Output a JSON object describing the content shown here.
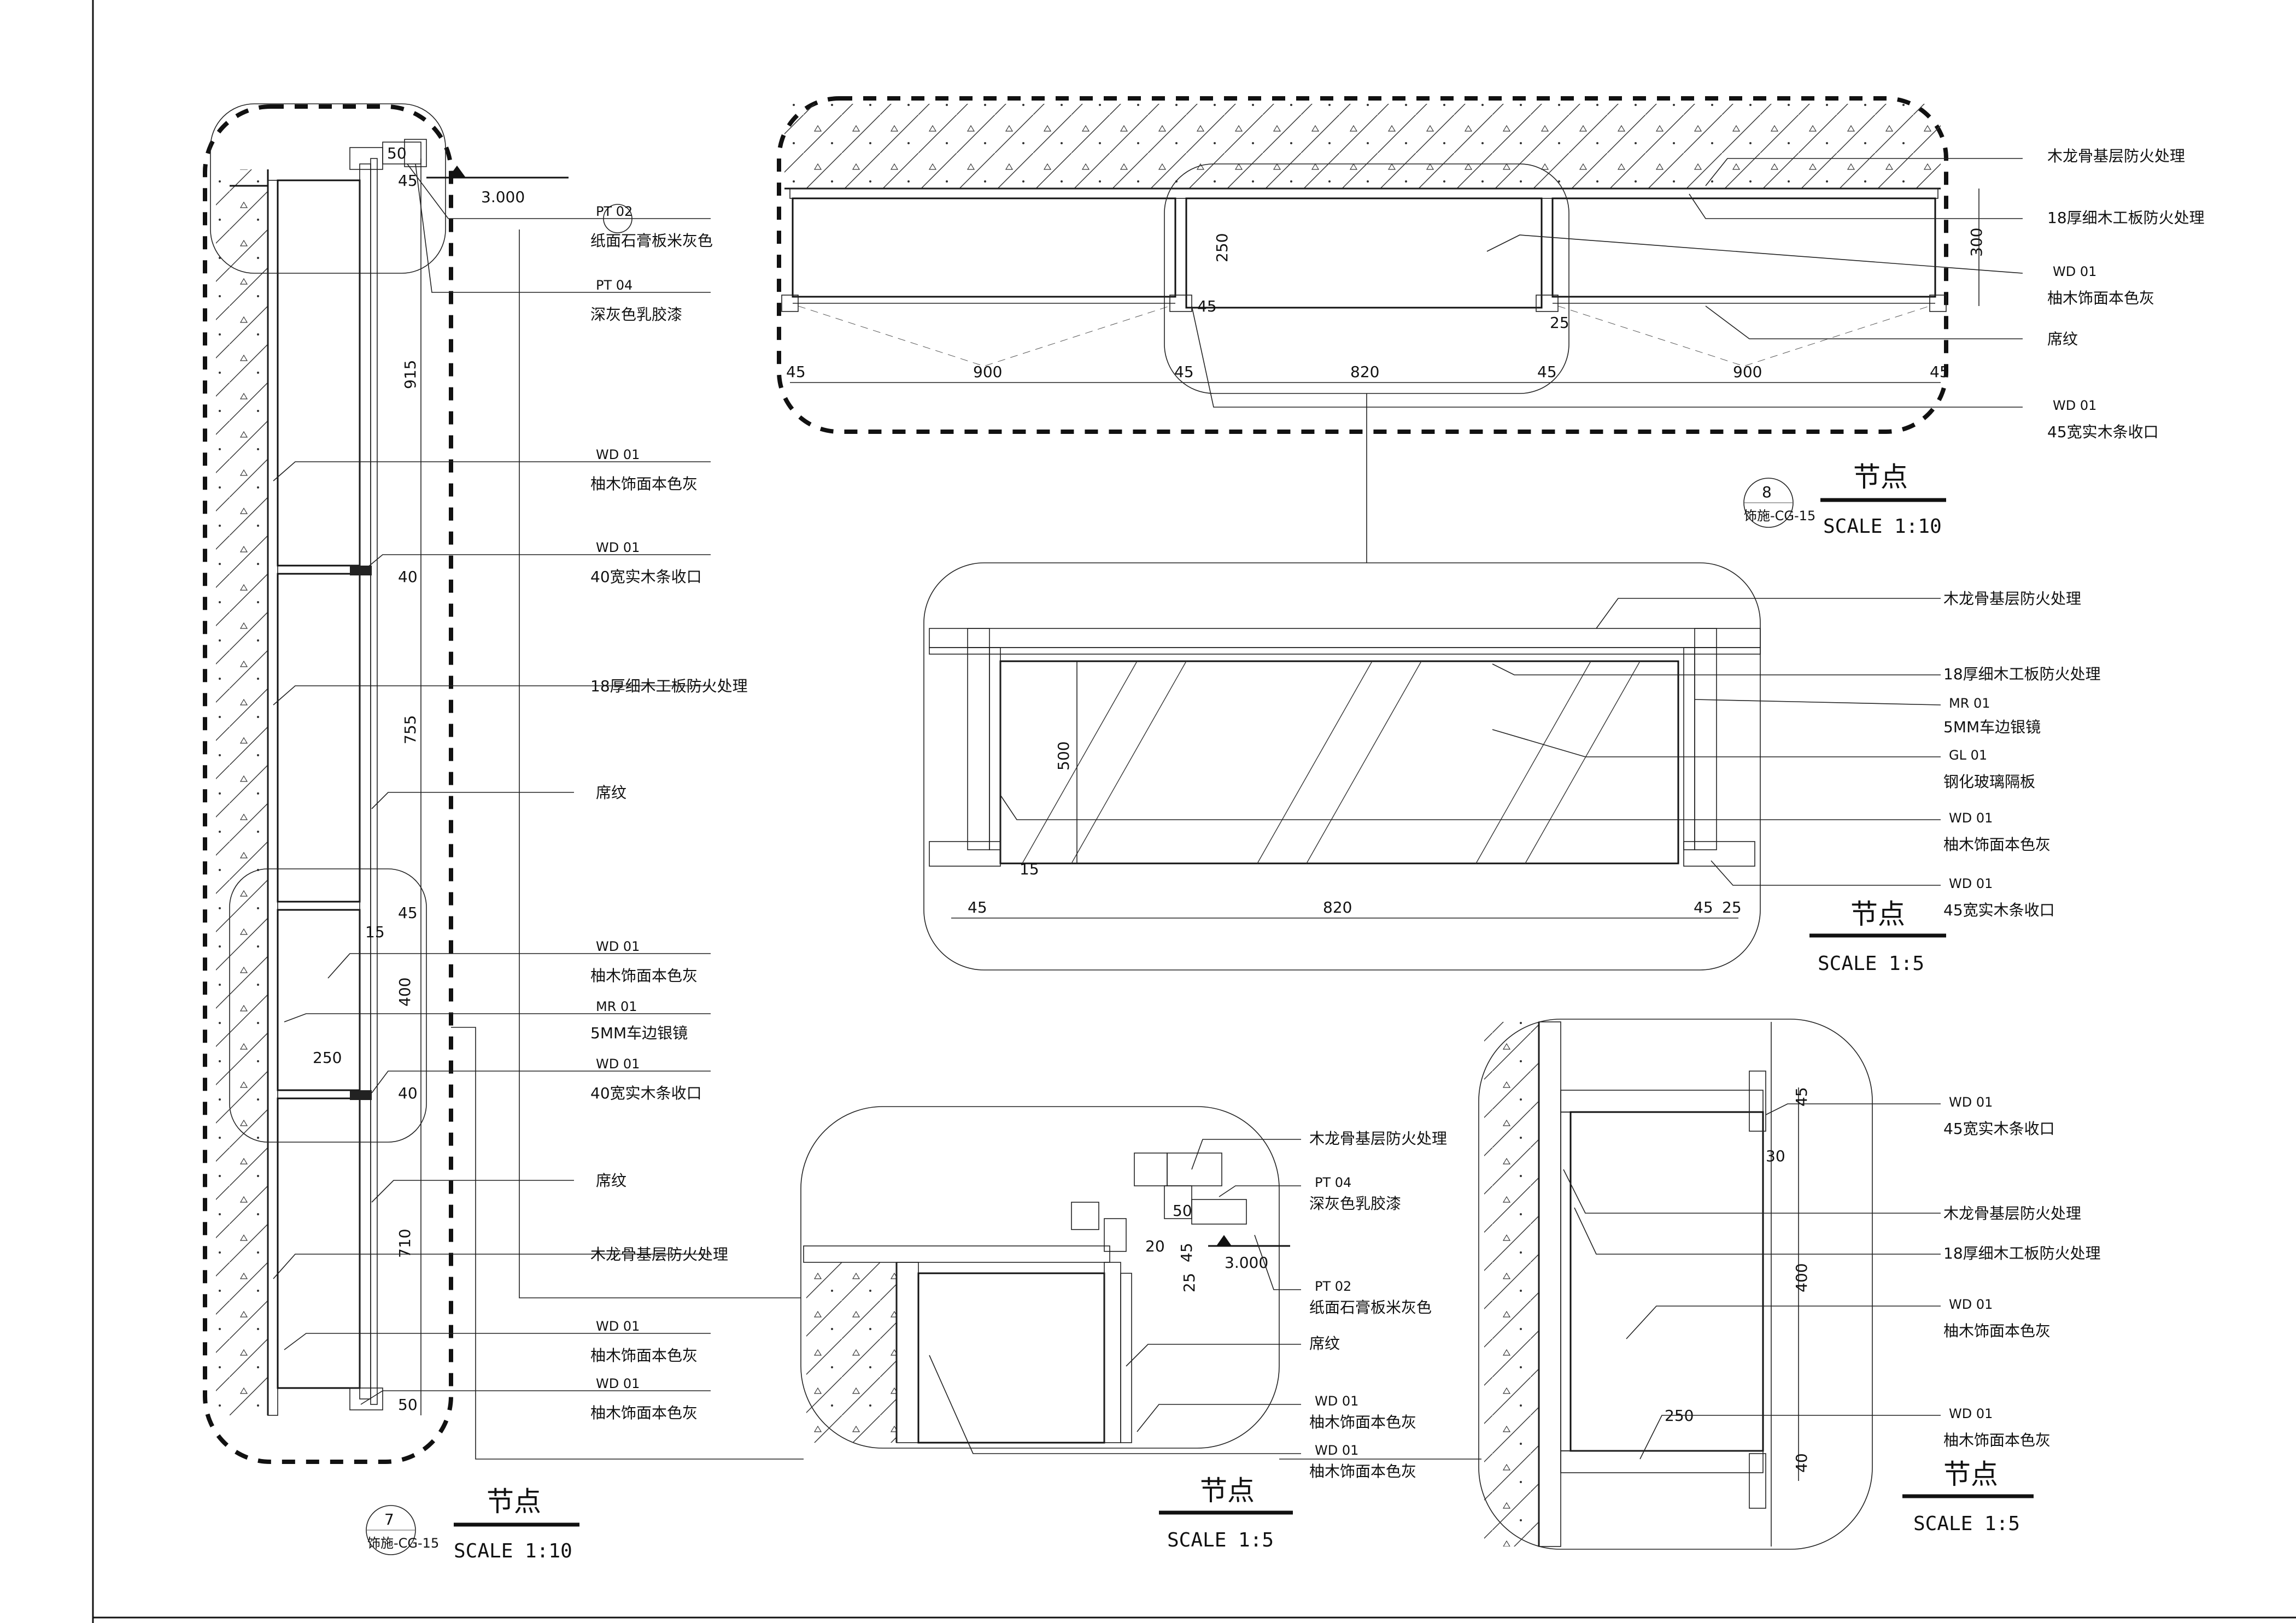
{
  "detail7": {
    "level": "3.000",
    "dims": [
      "50",
      "45",
      "915",
      "40",
      "755",
      "15",
      "45",
      "400",
      "250",
      "40",
      "710",
      "50"
    ],
    "callouts": [
      {
        "code": "PT 02",
        "text": "纸面石膏板米灰色"
      },
      {
        "code": "PT 04",
        "text": "深灰色乳胶漆"
      },
      {
        "code": "WD 01",
        "text": "柚木饰面本色灰"
      },
      {
        "code": "WD 01",
        "text": "40宽实木条收口"
      },
      {
        "code": "",
        "text": "18厚细木工板防火处理"
      },
      {
        "code": "",
        "text": "席纹"
      },
      {
        "code": "WD 01",
        "text": "柚木饰面本色灰"
      },
      {
        "code": "MR 01",
        "text": "5MM车边银镜"
      },
      {
        "code": "WD 01",
        "text": "40宽实木条收口"
      },
      {
        "code": "",
        "text": "席纹"
      },
      {
        "code": "",
        "text": "木龙骨基层防火处理"
      },
      {
        "code": "WD 01",
        "text": "柚木饰面本色灰"
      },
      {
        "code": "WD 01",
        "text": "柚木饰面本色灰"
      }
    ],
    "number": "7",
    "sheet": "饰施-CG-15",
    "title": "节点",
    "scale": "SCALE  1:10"
  },
  "detail8": {
    "dims": [
      "45",
      "900",
      "45",
      "820",
      "45",
      "900",
      "45",
      "300",
      "250",
      "45",
      "25"
    ],
    "callouts": [
      {
        "code": "",
        "text": "木龙骨基层防火处理"
      },
      {
        "code": "",
        "text": "18厚细木工板防火处理"
      },
      {
        "code": "WD 01",
        "text": "柚木饰面本色灰"
      },
      {
        "code": "",
        "text": "席纹"
      },
      {
        "code": "WD 01",
        "text": "45宽实木条收口"
      }
    ],
    "number": "8",
    "sheet": "饰施-CG-15",
    "title": "节点",
    "scale": "SCALE  1:10"
  },
  "detailGlass": {
    "dims": [
      "500",
      "15",
      "45",
      "820",
      "45",
      "25"
    ],
    "callouts": [
      {
        "code": "",
        "text": "木龙骨基层防火处理"
      },
      {
        "code": "",
        "text": "18厚细木工板防火处理"
      },
      {
        "code": "MR 01",
        "text": "5MM车边银镜"
      },
      {
        "code": "GL 01",
        "text": "钢化玻璃隔板"
      },
      {
        "code": "WD 01",
        "text": "柚木饰面本色灰"
      },
      {
        "code": "WD 01",
        "text": "45宽实木条收口"
      }
    ],
    "title": "节点",
    "scale": "SCALE  1:5"
  },
  "detailTop": {
    "level": "3.000",
    "dims": [
      "50",
      "20",
      "45",
      "25"
    ],
    "callouts": [
      {
        "code": "",
        "text": "木龙骨基层防火处理"
      },
      {
        "code": "PT 04",
        "text": "深灰色乳胶漆"
      },
      {
        "code": "PT 02",
        "text": "纸面石膏板米灰色"
      },
      {
        "code": "",
        "text": "席纹"
      },
      {
        "code": "WD 01",
        "text": "柚木饰面本色灰"
      },
      {
        "code": "WD 01",
        "text": "柚木饰面本色灰"
      }
    ],
    "title": "节点",
    "scale": "SCALE  1:5"
  },
  "detailShelf": {
    "dims": [
      "45",
      "30",
      "400",
      "250",
      "40"
    ],
    "callouts": [
      {
        "code": "WD 01",
        "text": "45宽实木条收口"
      },
      {
        "code": "",
        "text": "木龙骨基层防火处理"
      },
      {
        "code": "",
        "text": "18厚细木工板防火处理"
      },
      {
        "code": "WD 01",
        "text": "柚木饰面本色灰"
      },
      {
        "code": "WD 01",
        "text": "柚木饰面本色灰"
      }
    ],
    "title": "节点",
    "scale": "SCALE  1:5"
  }
}
